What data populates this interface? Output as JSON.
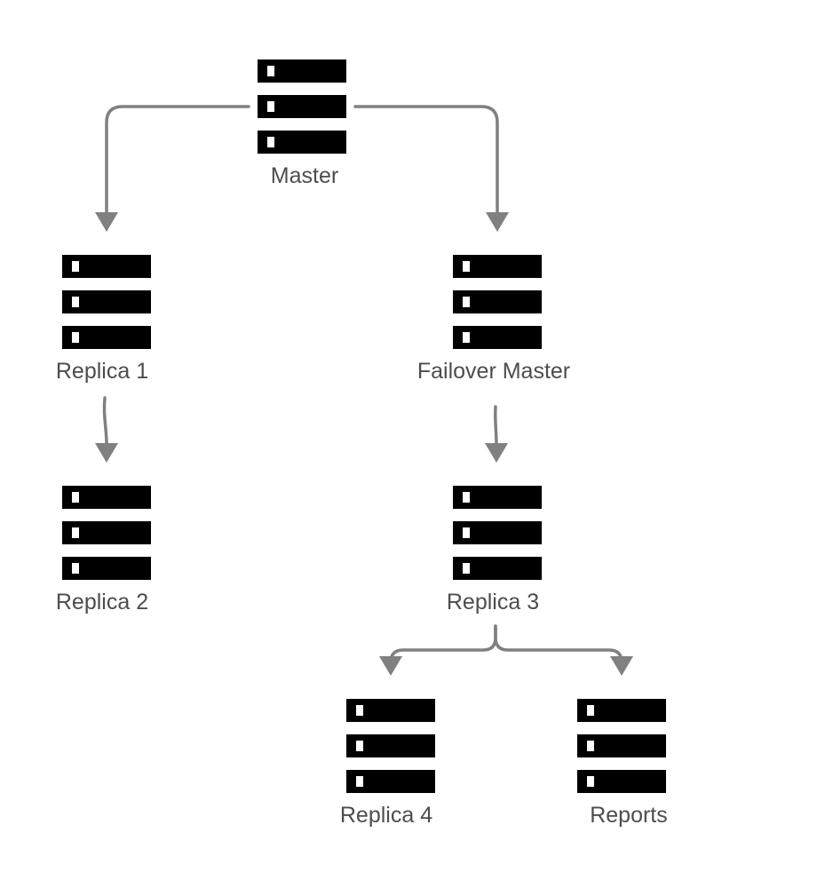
{
  "diagram": {
    "nodes": [
      {
        "id": "master",
        "label": "Master",
        "icon": "server-icon"
      },
      {
        "id": "replica-1",
        "label": "Replica 1",
        "icon": "server-icon"
      },
      {
        "id": "failover-master",
        "label": "Failover Master",
        "icon": "server-icon"
      },
      {
        "id": "replica-2",
        "label": "Replica 2",
        "icon": "server-icon"
      },
      {
        "id": "replica-3",
        "label": "Replica 3",
        "icon": "server-icon"
      },
      {
        "id": "replica-4",
        "label": "Replica 4",
        "icon": "server-icon"
      },
      {
        "id": "reports",
        "label": "Reports",
        "icon": "server-icon"
      }
    ],
    "edges": [
      {
        "from": "master",
        "to": "replica-1"
      },
      {
        "from": "master",
        "to": "failover-master"
      },
      {
        "from": "replica-1",
        "to": "replica-2"
      },
      {
        "from": "failover-master",
        "to": "replica-3"
      },
      {
        "from": "replica-3",
        "to": "replica-4"
      },
      {
        "from": "replica-3",
        "to": "reports"
      }
    ],
    "colors": {
      "server": "#000000",
      "server_led": "#ffffff",
      "connector": "#808080",
      "label": "#4d4d4d",
      "background": "#ffffff"
    }
  }
}
